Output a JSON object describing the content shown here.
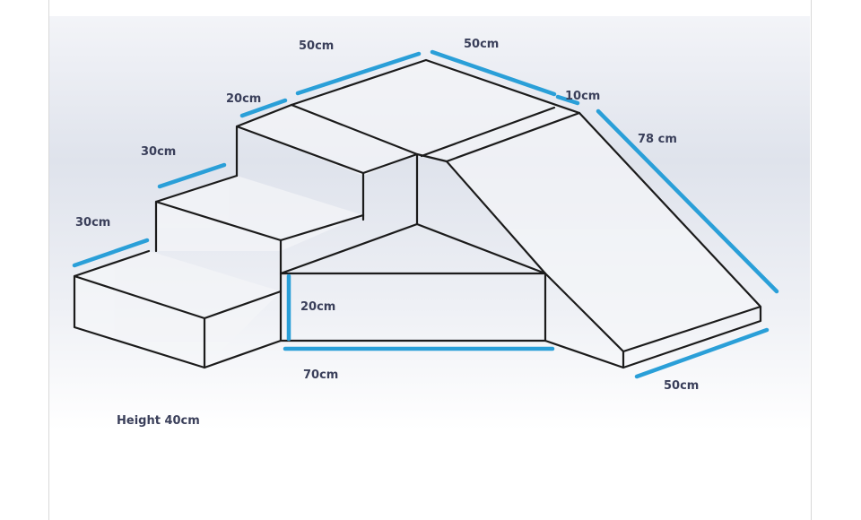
{
  "diagram": {
    "dimensions": {
      "top_left": "50cm",
      "top_right": "50cm",
      "platform_gap": "10cm",
      "slide_length": "78 cm",
      "step_top": "20cm",
      "step_mid": "30cm",
      "step_low": "30cm",
      "tunnel_height": "20cm",
      "tunnel_width": "70cm",
      "slide_width": "50cm"
    },
    "note": "Height 40cm",
    "colors": {
      "dimension_line": "#2a9fd8",
      "outline": "#1b1b1b",
      "label_text": "#3a3f5a",
      "background_top": "#e4e8f0",
      "background_bottom": "#ffffff"
    }
  }
}
